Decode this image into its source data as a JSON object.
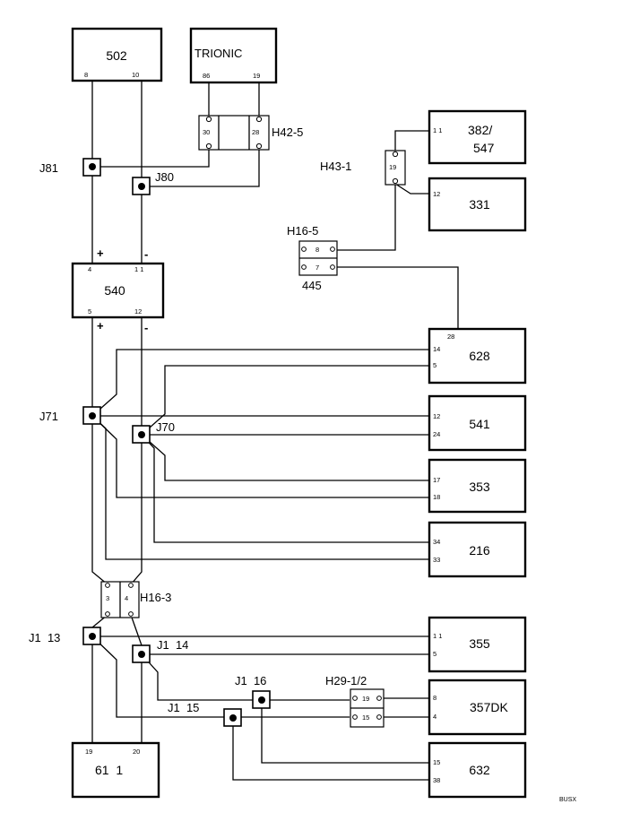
{
  "components": {
    "c502": {
      "label": "502",
      "pins": [
        "8",
        "10"
      ]
    },
    "trionic": {
      "label": "TRIONIC",
      "pins": [
        "86",
        "19"
      ]
    },
    "c540": {
      "label": "540",
      "pins": [
        "4",
        "1 1",
        "5",
        "12"
      ]
    },
    "c382": {
      "label_line1": "382/",
      "label_line2": "547",
      "pins": [
        "1 1"
      ]
    },
    "c331": {
      "label": "331",
      "pins": [
        "12"
      ]
    },
    "c628": {
      "label": "628",
      "pins": [
        "28",
        "14",
        "5"
      ]
    },
    "c541": {
      "label": "541",
      "pins": [
        "12",
        "24"
      ]
    },
    "c353": {
      "label": "353",
      "pins": [
        "17",
        "18"
      ]
    },
    "c216": {
      "label": "216",
      "pins": [
        "34",
        "33"
      ]
    },
    "c355": {
      "label": "355",
      "pins": [
        "1 1",
        "5"
      ]
    },
    "c357": {
      "label": "357DK",
      "pins": [
        "8",
        "4"
      ]
    },
    "c632": {
      "label": "632",
      "pins": [
        "15",
        "38"
      ]
    },
    "c611": {
      "label": "61  1",
      "pins": [
        "19",
        "20"
      ]
    }
  },
  "connectors": {
    "h42": {
      "label": "H42-5",
      "pins": [
        "30",
        "28"
      ]
    },
    "h43": {
      "label": "H43-1",
      "pins": [
        "19"
      ]
    },
    "h16_5": {
      "label": "H16-5",
      "sublabel": "445",
      "pins": [
        "8",
        "7"
      ]
    },
    "h16_3": {
      "label": "H16-3",
      "pins": [
        "3",
        "4"
      ]
    },
    "h29": {
      "label": "H29-1/2",
      "pins": [
        "19",
        "15"
      ]
    }
  },
  "junctions": {
    "j81": "J81",
    "j80": "J80",
    "j71": "J71",
    "j70": "J70",
    "j1_13": "J1  13",
    "j1_14": "J1  14",
    "j1_15": "J1  15",
    "j1_16": "J1  16"
  },
  "signs": {
    "plus": "+",
    "minus": "-"
  },
  "code": "BUSX"
}
